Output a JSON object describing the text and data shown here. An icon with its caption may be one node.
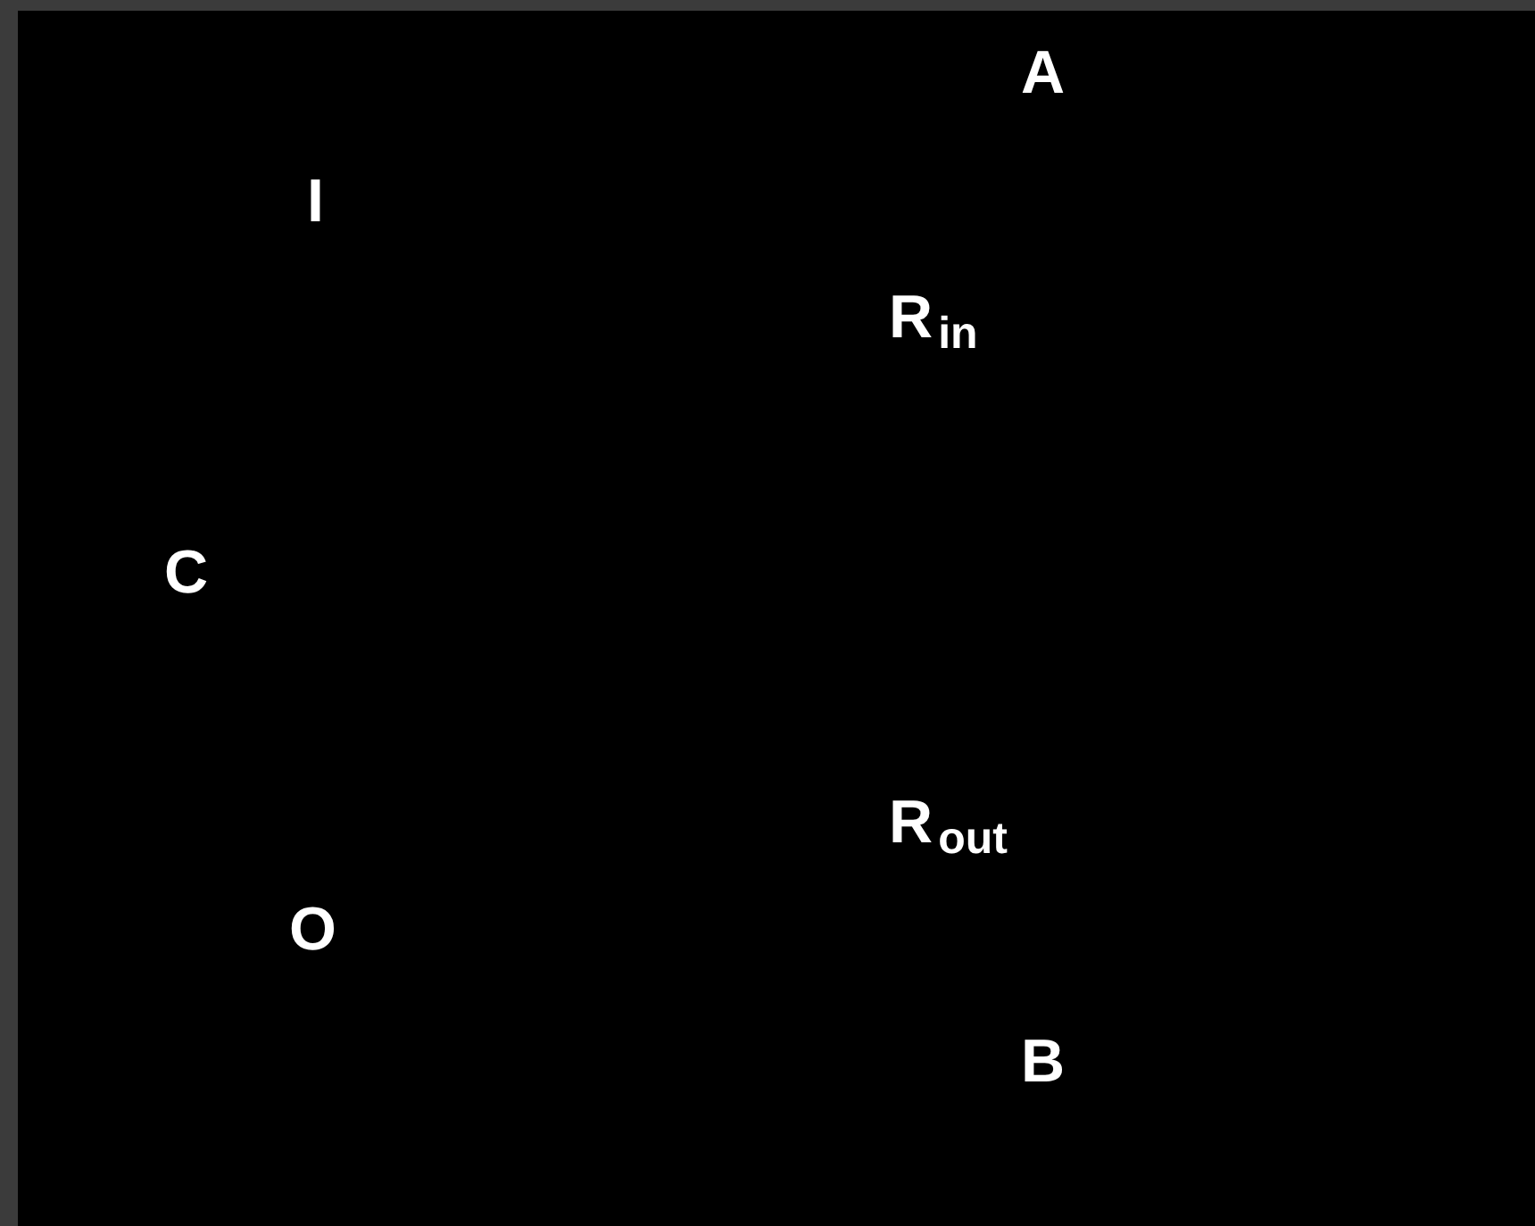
{
  "diagram": {
    "labels": [
      "A",
      "I",
      "R$_{in}$",
      "C",
      "R$_{out}$",
      "O",
      "B"
    ]
  }
}
